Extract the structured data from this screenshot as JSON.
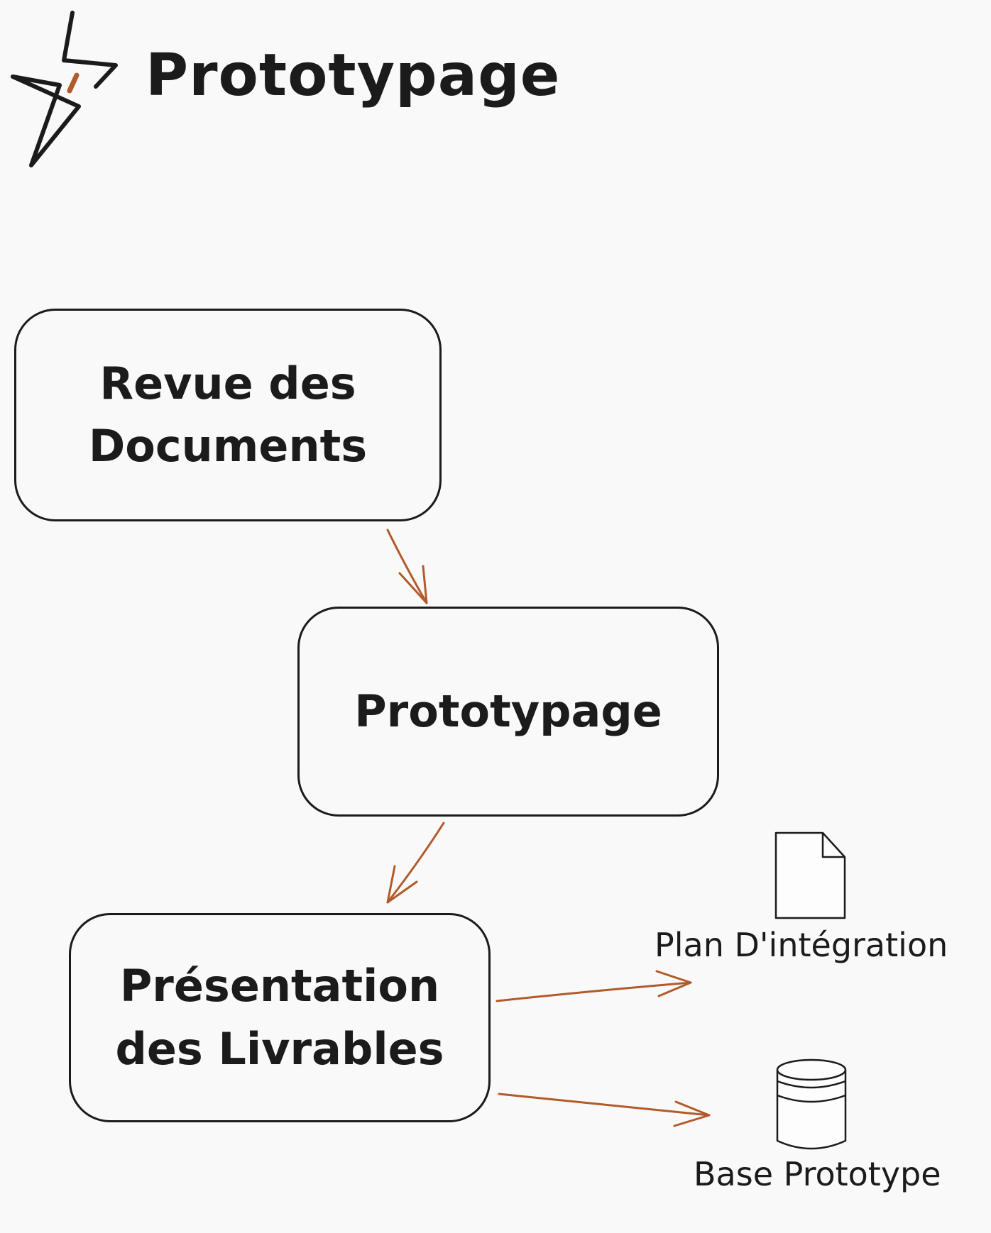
{
  "diagram": {
    "title": "Prototypage",
    "icon": "lightning-bolt-icon",
    "nodes": {
      "revue": "Revue des\nDocuments",
      "prototypage": "Prototypage",
      "presentation": "Présentation\ndes Livrables"
    },
    "artifacts": {
      "plan": {
        "label": "Plan D'intégration",
        "icon": "document-icon"
      },
      "base": {
        "label": "Base Prototype",
        "icon": "database-icon"
      }
    },
    "edges": [
      {
        "from": "revue",
        "to": "prototypage"
      },
      {
        "from": "prototypage",
        "to": "presentation"
      },
      {
        "from": "presentation",
        "to": "plan"
      },
      {
        "from": "presentation",
        "to": "base"
      }
    ],
    "colors": {
      "ink": "#1b1b1b",
      "arrow": "#b35a2a",
      "background": "#f9f9f9"
    }
  }
}
